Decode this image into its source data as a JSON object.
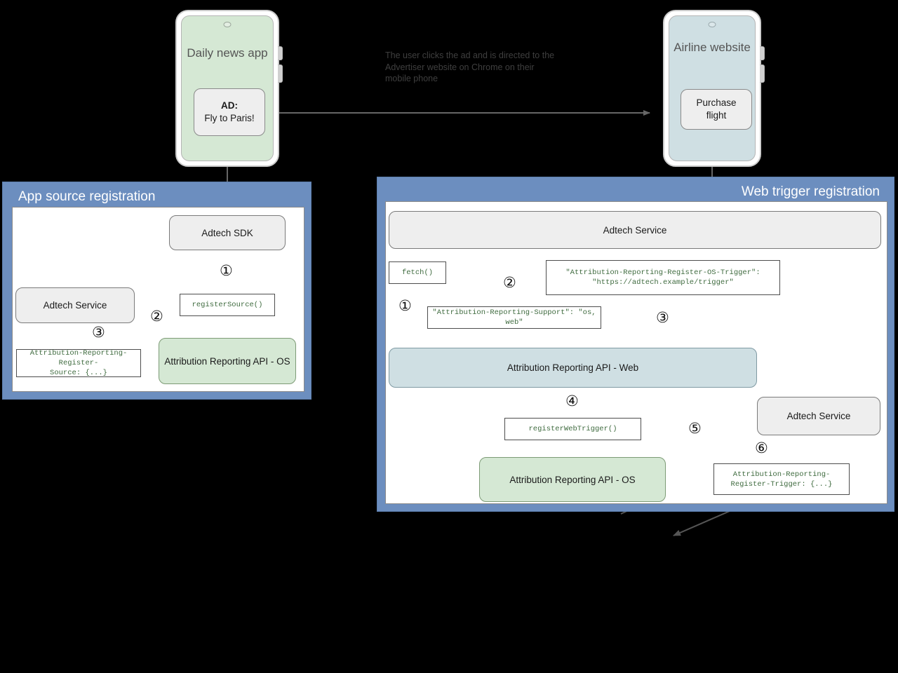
{
  "diagram": {
    "title_left_panel": "App source registration",
    "title_right_panel": "Web trigger registration",
    "caption": "The user clicks the ad and is directed to the Advertiser website on Chrome on their mobile phone",
    "colors": {
      "panel_blue": "#6c8ebf",
      "node_gray": "#eeeeee",
      "node_green": "#d5e8d4",
      "node_blue": "#cfdfe3",
      "code_text_green": "#3f6b3f",
      "arrow_gray": "#666666",
      "background": "#000000"
    }
  },
  "phones": {
    "left": {
      "title": "Daily news app",
      "card_line1": "AD:",
      "card_line2": "Fly to Paris!"
    },
    "right": {
      "title": "Airline website",
      "card_line1": "Purchase",
      "card_line2": "flight"
    }
  },
  "left_panel": {
    "nodes": [
      {
        "id": "adtech-sdk",
        "label": "Adtech SDK"
      },
      {
        "id": "adtech-service",
        "label": "Adtech Service"
      },
      {
        "id": "ar-api-os",
        "label": "Attribution Reporting API - OS"
      }
    ],
    "codeboxes": [
      {
        "id": "register-source",
        "text": "registerSource()"
      },
      {
        "id": "register-source-header",
        "text": "Attribution-Reporting-Register-\nSource: {...}"
      }
    ],
    "steps": [
      "①",
      "②",
      "③"
    ]
  },
  "right_panel": {
    "nodes": [
      {
        "id": "adtech-service-top",
        "label": "Adtech Service"
      },
      {
        "id": "ar-api-web",
        "label": "Attribution Reporting API - Web"
      },
      {
        "id": "ar-api-os",
        "label": "Attribution Reporting API - OS"
      },
      {
        "id": "adtech-service-bottom",
        "label": "Adtech Service"
      }
    ],
    "codeboxes": [
      {
        "id": "fetch",
        "text": "fetch()"
      },
      {
        "id": "support-header",
        "text": "\"Attribution-Reporting-Support\": \"os, web\""
      },
      {
        "id": "register-os-trigger",
        "text": "\"Attribution-Reporting-Register-OS-Trigger\":\n\"https://adtech.example/trigger\""
      },
      {
        "id": "register-web-trigger",
        "text": "registerWebTrigger()"
      },
      {
        "id": "register-trigger-header",
        "text": "Attribution-Reporting-\nRegister-Trigger: {...}"
      }
    ],
    "steps": [
      "①",
      "②",
      "③",
      "④",
      "⑤",
      "⑥"
    ]
  }
}
